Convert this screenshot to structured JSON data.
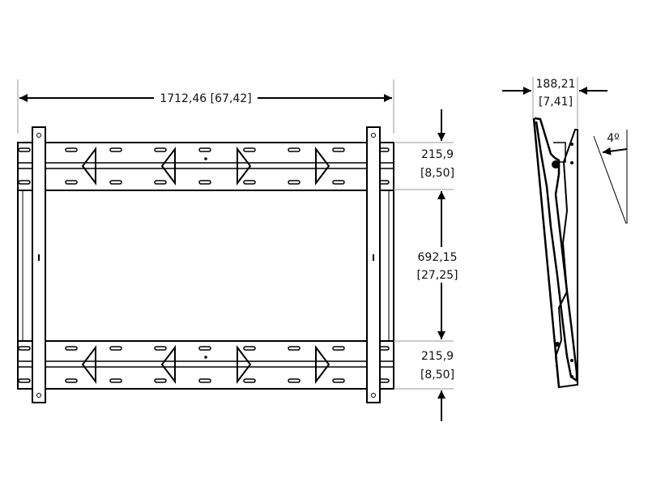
{
  "dimensions": {
    "overall_width": "1712,46 [67,42]",
    "top_rail_height": {
      "mm": "215,9",
      "in": "[8,50]"
    },
    "rail_spacing": {
      "mm": "692,15",
      "in": "[27,25]"
    },
    "bottom_rail_height": {
      "mm": "215,9",
      "in": "[8,50]"
    },
    "depth": {
      "mm": "188,21",
      "in": "[7,41]"
    },
    "tilt_angle": "4º"
  },
  "colors": {
    "line": "#000000",
    "extension": "#999999"
  }
}
